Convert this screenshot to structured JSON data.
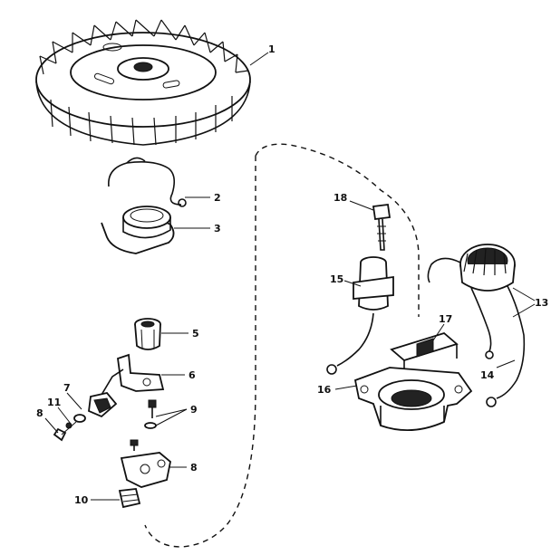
{
  "diagram": {
    "callouts": [
      {
        "id": "fan",
        "text": "1"
      },
      {
        "id": "spring",
        "text": "2"
      },
      {
        "id": "collar",
        "text": "3"
      },
      {
        "id": "bushing",
        "text": "5"
      },
      {
        "id": "bracket",
        "text": "6"
      },
      {
        "id": "screw-nut",
        "text": "9"
      },
      {
        "id": "plate",
        "text": "8"
      },
      {
        "id": "small-7",
        "text": "7"
      },
      {
        "id": "small-11",
        "text": "11"
      },
      {
        "id": "small-8",
        "text": "8"
      },
      {
        "id": "clip",
        "text": "10"
      },
      {
        "id": "bolt",
        "text": "18"
      },
      {
        "id": "condenser",
        "text": "15"
      },
      {
        "id": "coil",
        "text": "13"
      },
      {
        "id": "bracket-17",
        "text": "17"
      },
      {
        "id": "base-16",
        "text": "16"
      },
      {
        "id": "wire-14",
        "text": "14"
      }
    ]
  }
}
